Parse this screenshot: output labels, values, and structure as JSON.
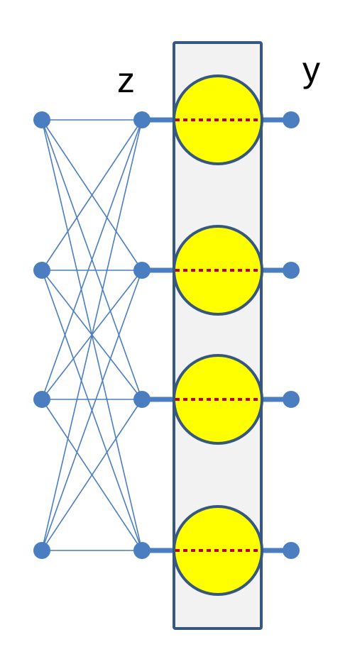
{
  "labels": {
    "z": "z",
    "y": "y"
  },
  "colors": {
    "node": "#4A7EC0",
    "edge": "#4A7EC0",
    "panel_fill": "#F2F2F2",
    "panel_stroke": "#36587F",
    "unit_fill": "#FFFF00",
    "unit_stroke": "#36587F",
    "dash": "#C00000"
  },
  "network": {
    "input_nodes": 4,
    "z_nodes": 4,
    "units": 4,
    "output_nodes": 4,
    "connectivity": "fully-connected"
  }
}
